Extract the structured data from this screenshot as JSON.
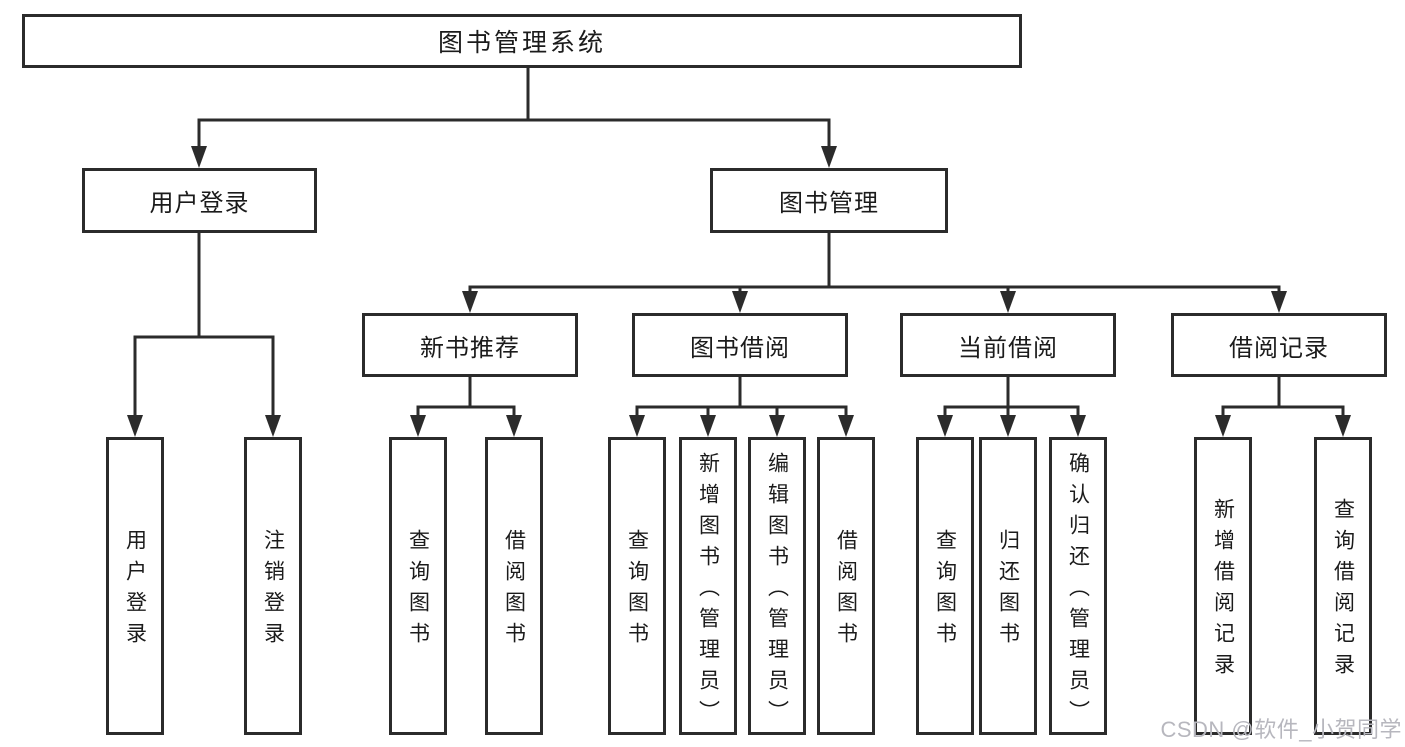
{
  "diagram": {
    "root": {
      "label": "图书管理系统"
    },
    "level2": [
      {
        "label": "用户登录"
      },
      {
        "label": "图书管理"
      }
    ],
    "level3": [
      {
        "label": "新书推荐"
      },
      {
        "label": "图书借阅"
      },
      {
        "label": "当前借阅"
      },
      {
        "label": "借阅记录"
      }
    ],
    "leaves": {
      "userLogin": [
        "用户登录",
        "注销登录"
      ],
      "newBooks": [
        "查询图书",
        "借阅图书"
      ],
      "borrow": [
        "查询图书",
        "新增图书（管理员）",
        "编辑图书（管理员）",
        "借阅图书"
      ],
      "current": [
        "查询图书",
        "归还图书",
        "确认归还（管理员）"
      ],
      "records": [
        "新增借阅记录",
        "查询借阅记录"
      ]
    }
  },
  "colors": {
    "line": "#2b2b2b",
    "box_border": "#2b2b2b",
    "text": "#1b1b1b",
    "background": "#ffffff",
    "watermark": "#b7b7be"
  },
  "watermark": {
    "text": "CSDN @软件_小贺同学"
  }
}
